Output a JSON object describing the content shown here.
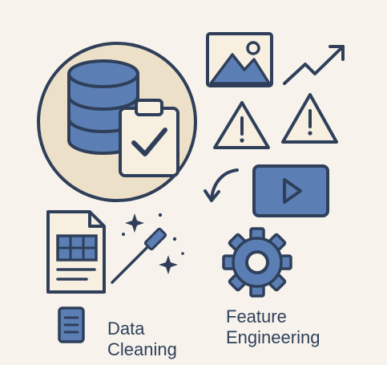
{
  "labels": {
    "data_cleaning": [
      "Data",
      "Cleaning"
    ],
    "feature_engineering": [
      "Feature",
      "Engineering"
    ]
  },
  "colors": {
    "background": "#f7f3ec",
    "accent_blue": "#5b7fb5",
    "outline": "#2f3f5a",
    "circle_fill": "#ede0c8",
    "paper_fill": "#f7efe0"
  },
  "icons": [
    "database-icon",
    "clipboard-check-icon",
    "image-icon",
    "trend-up-arrow-icon",
    "warning-icon",
    "warning-icon",
    "curved-back-arrow-icon",
    "video-play-icon",
    "spreadsheet-document-icon",
    "sparkle-icon",
    "magic-wand-icon",
    "gear-icon",
    "document-icon"
  ]
}
